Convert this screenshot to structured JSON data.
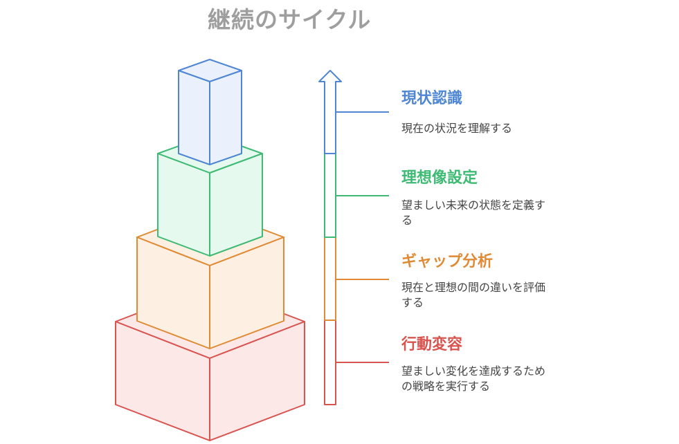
{
  "title": "継続のサイクル",
  "stages": [
    {
      "heading": "現状認識",
      "description": "現在の状況を理解する",
      "color": "#4f86d4",
      "fill": "#eaf1fc"
    },
    {
      "heading": "理想像設定",
      "description": "望ましい未来の状態を定義する",
      "color": "#3fba74",
      "fill": "#e6f9ee"
    },
    {
      "heading": "ギャップ分析",
      "description": "現在と理想の間の違いを評価する",
      "color": "#e08a35",
      "fill": "#fdf0e2"
    },
    {
      "heading": "行動変容",
      "description": "望ましい変化を達成するための戦略を実行する",
      "color": "#d9534f",
      "fill": "#fde8e8"
    }
  ]
}
